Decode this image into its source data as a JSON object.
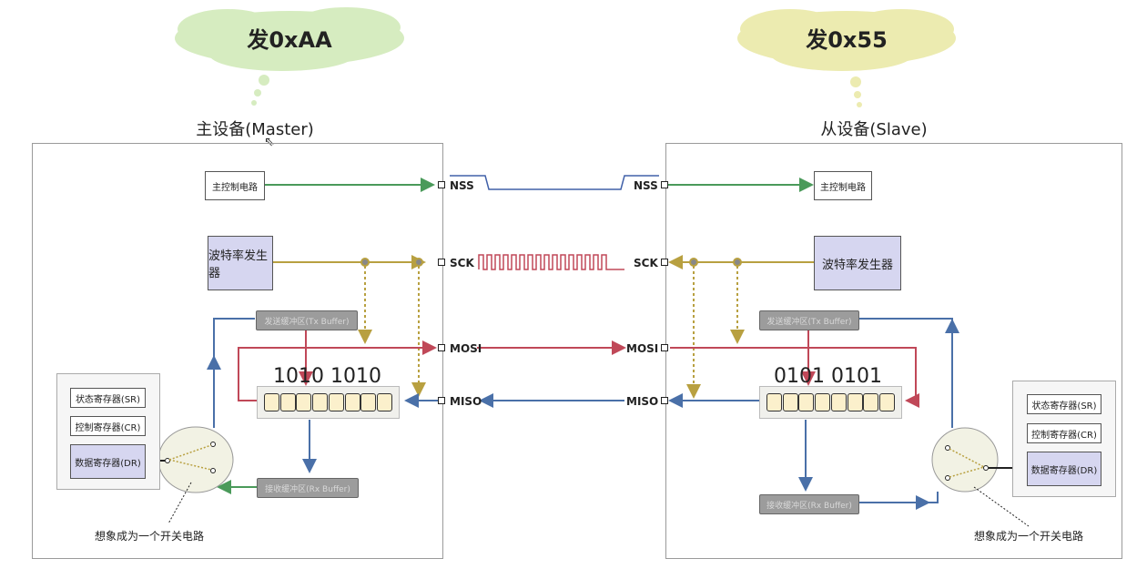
{
  "master": {
    "thought": "发0xAA",
    "title": "主设备(Master)",
    "control": "主控制电路",
    "baud": "波特率发生器",
    "tx_buffer": "发送缓冲区(Tx Buffer)",
    "rx_buffer": "接收缓冲区(Rx Buffer)",
    "bits": "1010 1010",
    "registers": [
      "状态寄存器(SR)",
      "控制寄存器(CR)",
      "数据寄存器(DR)"
    ],
    "switch_note": "想象成为一个开关电路"
  },
  "slave": {
    "thought": "发0x55",
    "title": "从设备(Slave)",
    "control": "主控制电路",
    "baud": "波特率发生器",
    "tx_buffer": "发送缓冲区(Tx Buffer)",
    "rx_buffer": "接收缓冲区(Rx Buffer)",
    "bits": "0101 0101",
    "registers": [
      "状态寄存器(SR)",
      "控制寄存器(CR)",
      "数据寄存器(DR)"
    ],
    "switch_note": "想象成为一个开关电路"
  },
  "pins": {
    "nss": "NSS",
    "sck": "SCK",
    "mosi": "MOSI",
    "miso": "MISO"
  },
  "colors": {
    "nss_line": "#4a9a5a",
    "sck_line": "#b8a040",
    "mosi_line": "#c04858",
    "miso_line": "#4a70a8",
    "cloud_master": "#d6ecc0",
    "cloud_slave": "#ecebb0"
  }
}
